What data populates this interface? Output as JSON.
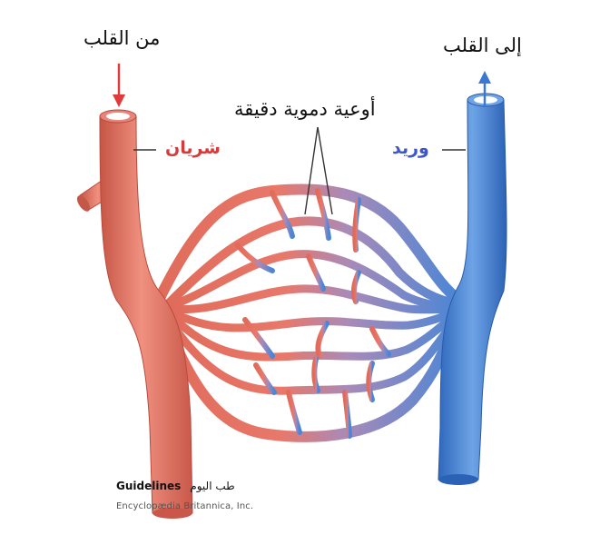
{
  "labels": {
    "from_heart": "من القلب",
    "to_heart": "إلى القلب",
    "capillaries": "أوعية دموية دقيقة",
    "artery": "شريان",
    "vein": "وريد"
  },
  "watermark": {
    "brand_en": "Guidelines",
    "brand_ar": "طب اليوم",
    "credit": "Encyclopædia Britannica, Inc."
  },
  "colors": {
    "artery": "#e06b5a",
    "artery_dark": "#b94a3d",
    "artery_light": "#f29b8a",
    "vein": "#3f7fd4",
    "vein_dark": "#2a5aa8",
    "vein_light": "#7fb0ea",
    "artery_label": "#d63a3a",
    "vein_label": "#3d57c8",
    "arrow_in": "#e23a3a",
    "arrow_out": "#3a78d2"
  }
}
